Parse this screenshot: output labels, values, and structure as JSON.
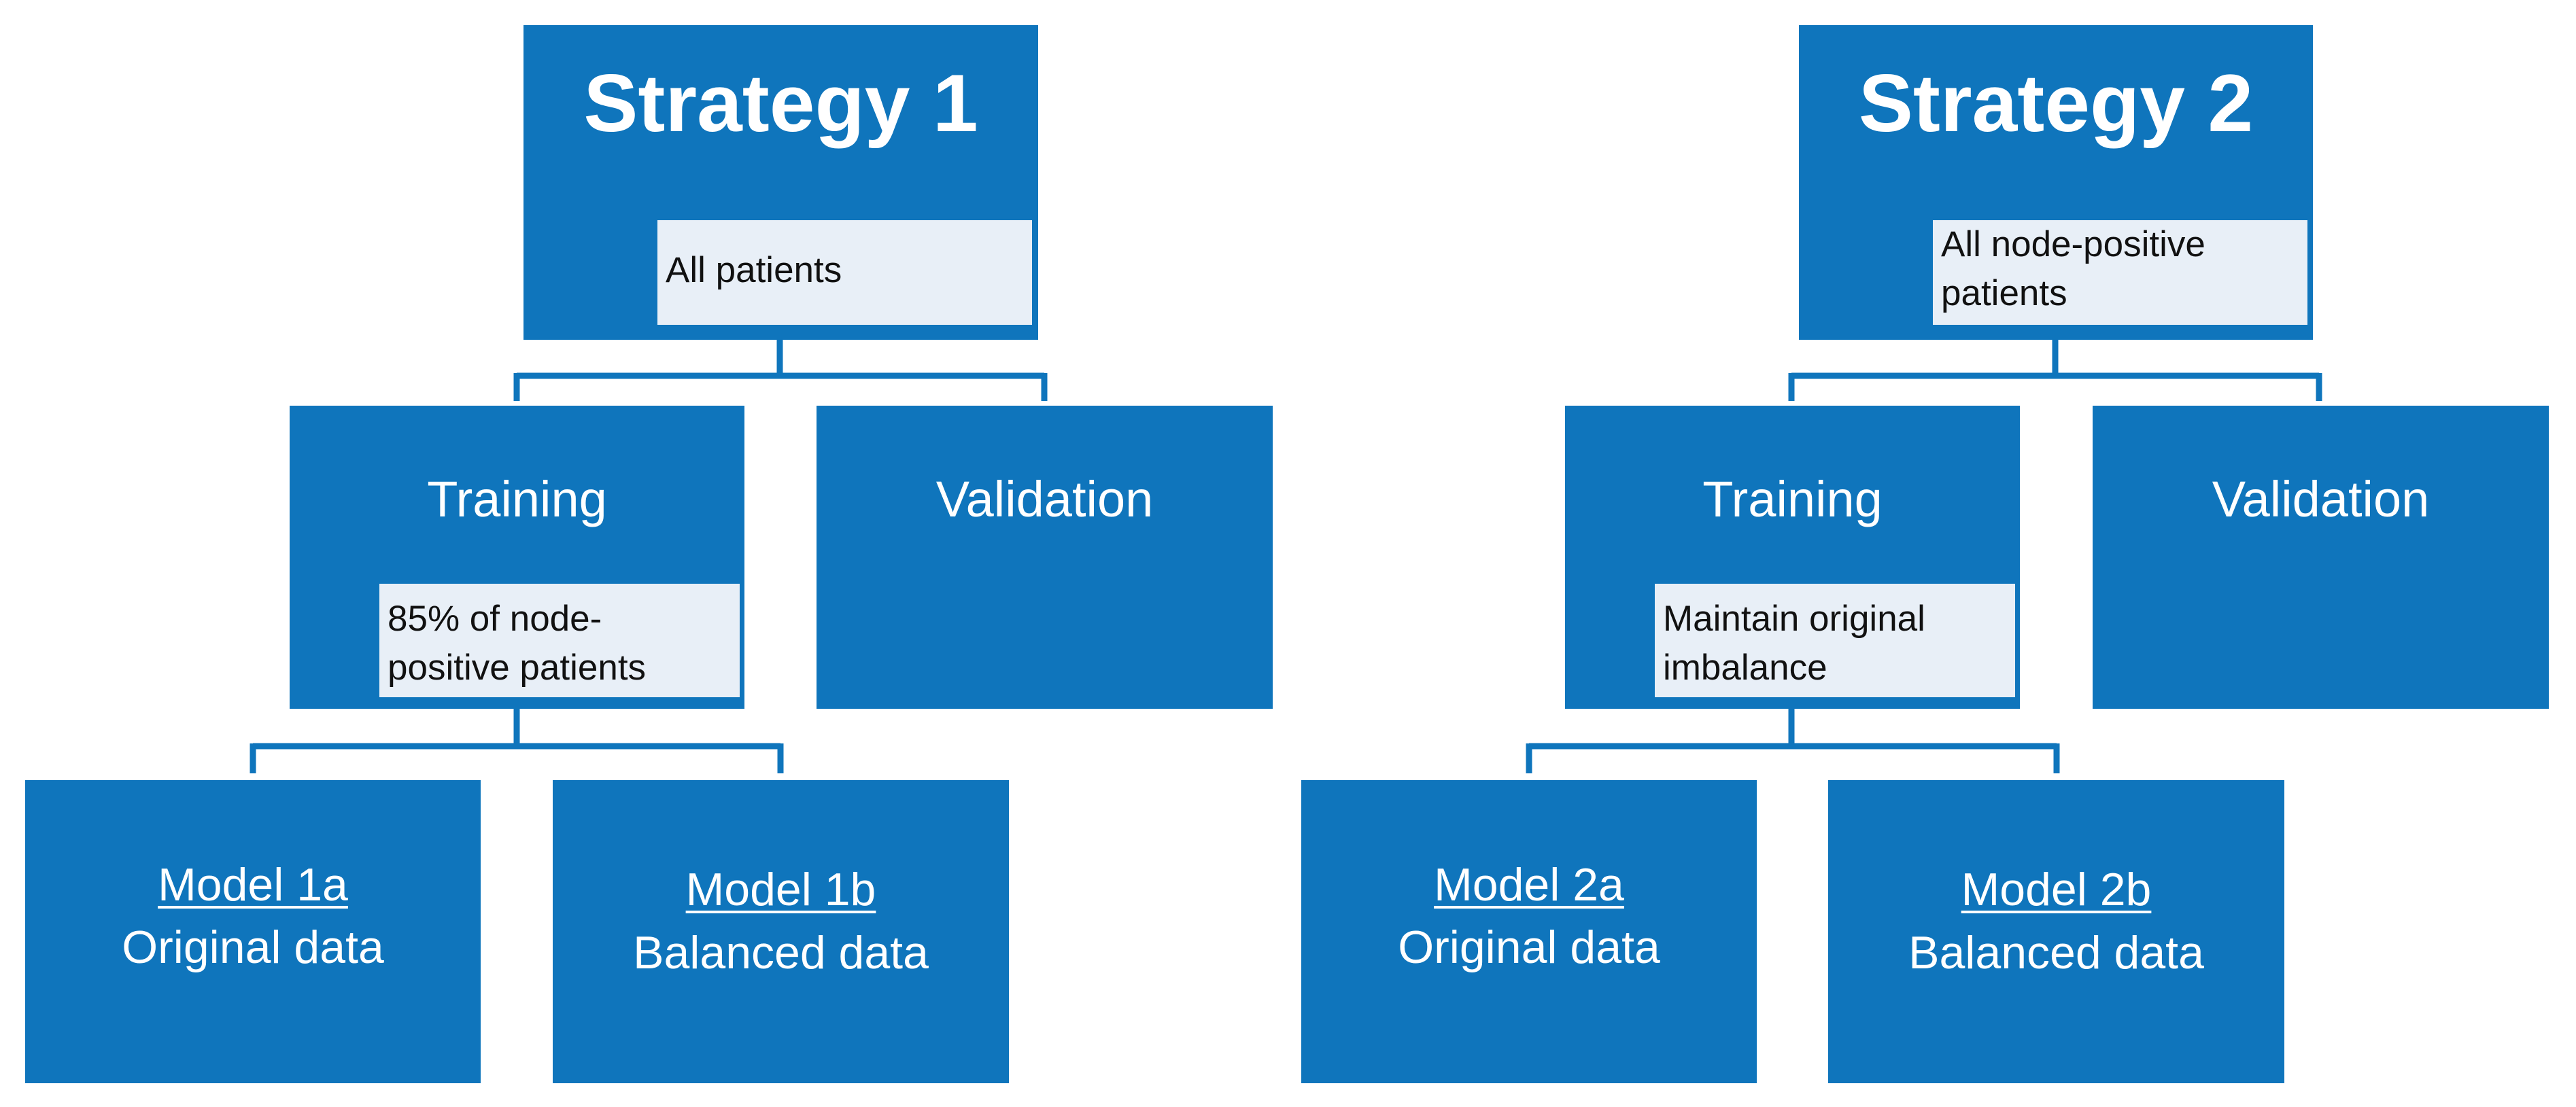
{
  "colors": {
    "box": "#0F75BC",
    "note": "#E8EFF7",
    "line": "#0F75BC"
  },
  "strategy1": {
    "title": "Strategy 1",
    "note": "All patients",
    "training": {
      "label": "Training",
      "note_line1": "85% of node-",
      "note_line2": "positive patients"
    },
    "validation": {
      "label": "Validation"
    },
    "model_a": {
      "name": "Model 1a",
      "desc": "Original data"
    },
    "model_b": {
      "name": "Model 1b",
      "desc": "Balanced data"
    }
  },
  "strategy2": {
    "title": "Strategy 2",
    "note_line1": "All node-positive",
    "note_line2": "patients",
    "training": {
      "label": "Training",
      "note_line1": "Maintain original",
      "note_line2": "imbalance"
    },
    "validation": {
      "label": "Validation"
    },
    "model_a": {
      "name": "Model 2a",
      "desc": "Original data"
    },
    "model_b": {
      "name": "Model 2b",
      "desc": "Balanced data"
    }
  }
}
